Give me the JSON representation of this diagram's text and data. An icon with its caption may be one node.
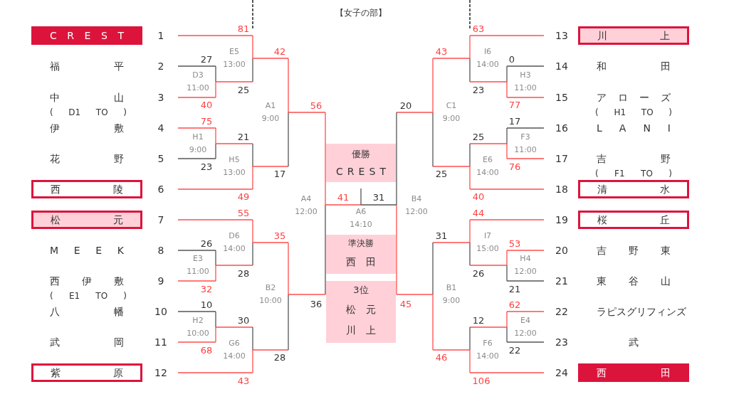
{
  "diagram": {
    "title": "【女子の部】",
    "nodes": [
      {
        "text": [
          "C R E S T"
        ],
        "beside": [
          "1"
        ]
      },
      {
        "text": [
          "福 平"
        ],
        "beside": [
          "2"
        ]
      },
      {
        "text": [
          "中 山"
        ],
        "beside": [
          "3"
        ]
      },
      {
        "text": [
          "伊 敷"
        ],
        "beside": [
          "4"
        ]
      },
      {
        "text": [
          "花 野"
        ],
        "beside": [
          "5"
        ]
      },
      {
        "text": [
          "西 陵"
        ],
        "beside": [
          "6"
        ]
      },
      {
        "text": [
          "松 元"
        ],
        "beside": [
          "7"
        ]
      },
      {
        "text": [
          "M E E K"
        ],
        "beside": [
          "8"
        ]
      },
      {
        "text": [
          "西 伊 敷"
        ],
        "beside": [
          "9"
        ]
      },
      {
        "text": [
          "八 幡"
        ],
        "beside": [
          "10"
        ]
      },
      {
        "text": [
          "武 岡"
        ],
        "beside": [
          "11"
        ]
      },
      {
        "text": [
          "紫 原"
        ],
        "beside": [
          "12"
        ]
      },
      {
        "text": [
          "川 上"
        ],
        "beside": [
          "13"
        ]
      },
      {
        "text": [
          "和 田"
        ],
        "beside": [
          "14"
        ]
      },
      {
        "text": [
          "ア ロ ー ズ"
        ],
        "beside": [
          "15"
        ]
      },
      {
        "text": [
          "L A N I"
        ],
        "beside": [
          "16"
        ]
      },
      {
        "text": [
          "吉 野"
        ],
        "beside": [
          "17"
        ]
      },
      {
        "text": [
          "清 水"
        ],
        "beside": [
          "18"
        ]
      },
      {
        "text": [
          "桜 丘"
        ],
        "beside": [
          "19"
        ]
      },
      {
        "text": [
          "吉 野 東"
        ],
        "beside": [
          "20"
        ]
      },
      {
        "text": [
          "東 谷 山"
        ],
        "beside": [
          "21"
        ]
      },
      {
        "text": [
          "ラピスグリフィンズ"
        ],
        "beside": [
          "22"
        ]
      },
      {
        "text": [
          "武"
        ]
      },
      {
        "text": [
          "西 田"
        ],
        "beside": [
          "24"
        ]
      },
      {
        "text": [
          "優勝",
          "C R E S T"
        ]
      },
      {
        "text": [
          "準決勝",
          "西 田"
        ]
      },
      {
        "text": [
          "3位",
          "松 元",
          "川 上"
        ]
      }
    ],
    "labels": [
      "81",
      "27",
      "25",
      "40",
      "75",
      "21",
      "23",
      "49",
      "42",
      "17",
      "56",
      "55",
      "26",
      "28",
      "32",
      "10",
      "30",
      "68",
      "43",
      "35",
      "28",
      "36",
      "41",
      "31",
      "63",
      "0",
      "23",
      "77",
      "17",
      "25",
      "76",
      "40",
      "43",
      "25",
      "20",
      "44",
      "53",
      "26",
      "21",
      "62",
      "12",
      "22",
      "106",
      "31",
      "46",
      "45",
      "E5 13:00",
      "D3 11:00",
      "H1 9:00",
      "H5 13:00",
      "A1 9:00",
      "A4 12:00",
      "D6 14:00",
      "E3 11:00",
      "H2 10:00",
      "G6 14:00",
      "B2 10:00",
      "A6 14:10",
      "I6 14:00",
      "H3 11:00",
      "F3 11:00",
      "E6 14:00",
      "C1 9:00",
      "B4 12:00",
      "I7 15:00",
      "H4 12:00",
      "E4 12:00",
      "F6 14:00",
      "B1 9:00",
      "( D1 TO )",
      "( E1 TO )",
      "( H1 TO )",
      "( F1 TO )",
      "23"
    ]
  }
}
